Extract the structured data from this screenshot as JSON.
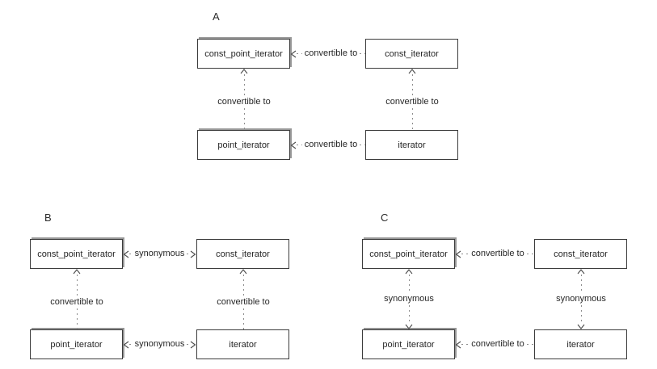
{
  "colors": {
    "background": "#ffffff",
    "box_fill": "#ffffff",
    "box_border": "#3c3c3c",
    "box_shadow": "#979797",
    "dotted_line": "#8c8c8c",
    "text": "#262626"
  },
  "diagrams": {
    "a": {
      "label": "A",
      "boxes": {
        "const_point_iterator": "const_point_iterator",
        "const_iterator": "const_iterator",
        "point_iterator": "point_iterator",
        "iterator": "iterator"
      },
      "connectors": {
        "top": {
          "label": "convertible to",
          "direction": "left"
        },
        "bottom": {
          "label": "convertible to",
          "direction": "left"
        },
        "left": {
          "label": "convertible to",
          "direction": "up"
        },
        "right": {
          "label": "convertible to",
          "direction": "up"
        }
      }
    },
    "b": {
      "label": "B",
      "boxes": {
        "const_point_iterator": "const_point_iterator",
        "const_iterator": "const_iterator",
        "point_iterator": "point_iterator",
        "iterator": "iterator"
      },
      "connectors": {
        "top": {
          "label": "synonymous",
          "direction": "both"
        },
        "bottom": {
          "label": "synonymous",
          "direction": "both"
        },
        "left": {
          "label": "convertible to",
          "direction": "up"
        },
        "right": {
          "label": "convertible to",
          "direction": "up"
        }
      }
    },
    "c": {
      "label": "C",
      "boxes": {
        "const_point_iterator": "const_point_iterator",
        "const_iterator": "const_iterator",
        "point_iterator": "point_iterator",
        "iterator": "iterator"
      },
      "connectors": {
        "top": {
          "label": "convertible to",
          "direction": "left"
        },
        "bottom": {
          "label": "convertible to",
          "direction": "left"
        },
        "left": {
          "label": "synonymous",
          "direction": "both"
        },
        "right": {
          "label": "synonymous",
          "direction": "both"
        }
      }
    }
  }
}
